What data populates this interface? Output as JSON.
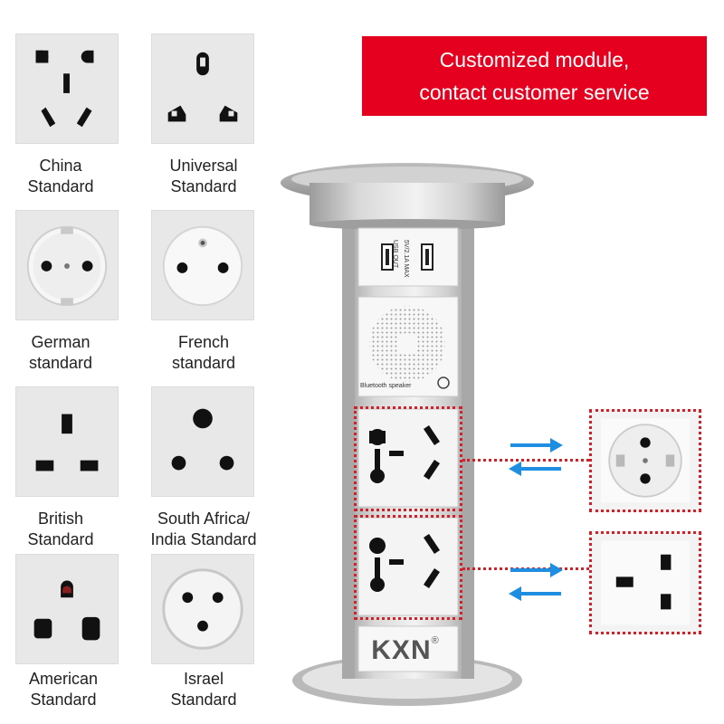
{
  "banner": {
    "line1": "Customized module,",
    "line2": "contact customer service"
  },
  "standards": [
    {
      "line1": "China",
      "line2": "Standard",
      "icon": "china-socket-icon"
    },
    {
      "line1": "Universal",
      "line2": "Standard",
      "icon": "universal-socket-icon"
    },
    {
      "line1": "German",
      "line2": "standard",
      "icon": "german-socket-icon"
    },
    {
      "line1": "French",
      "line2": "standard",
      "icon": "french-socket-icon"
    },
    {
      "line1": "British",
      "line2": "Standard",
      "icon": "british-socket-icon"
    },
    {
      "line1": "South Africa/",
      "line2": "India Standard",
      "icon": "south-africa-socket-icon"
    },
    {
      "line1": "American",
      "line2": "Standard",
      "icon": "american-socket-icon"
    },
    {
      "line1": "Israel",
      "line2": "Standard",
      "icon": "israel-socket-icon"
    }
  ],
  "product": {
    "brand": "KXN",
    "registered": "®",
    "usb_label": "USB OUT",
    "usb_spec": "5V/2.1A MAX",
    "speaker_label": "Bluetooth speaker"
  },
  "colors": {
    "banner": "#e4001e",
    "dotted_border": "#d0202a",
    "arrow": "#1e8fe0",
    "tile": "#e8e8e8"
  }
}
